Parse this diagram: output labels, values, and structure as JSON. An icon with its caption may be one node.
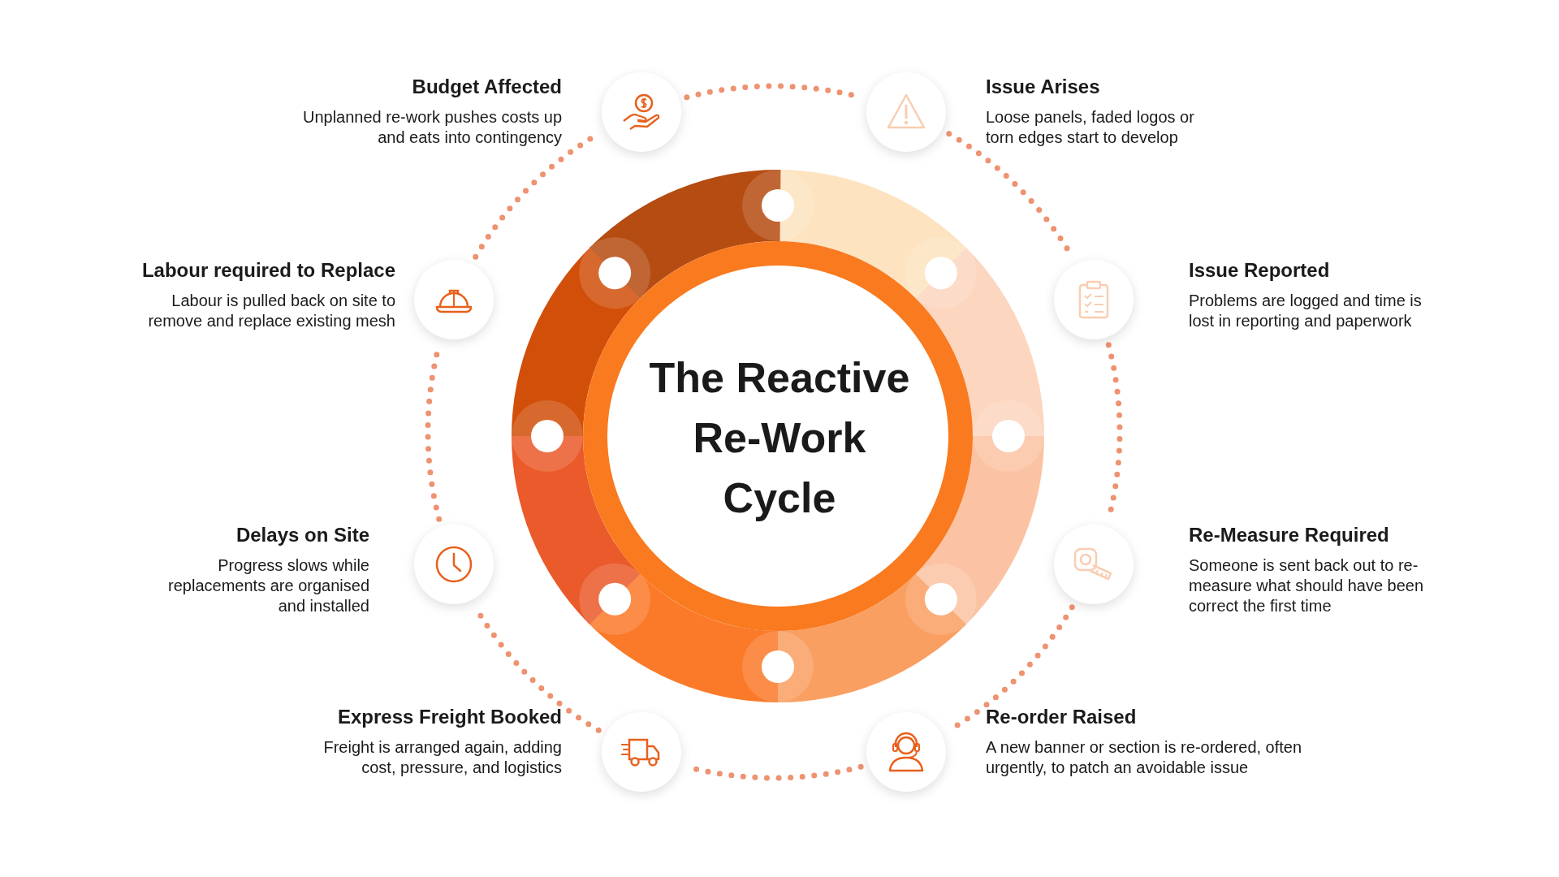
{
  "diagram": {
    "title": "The Reactive Re-Work Cycle",
    "nodes": [
      {
        "text": [
          "Issue Arises",
          "Loose panels, faded logos or torn edges start to develop"
        ]
      },
      {
        "text": [
          "Issue Reported",
          "Problems are logged and time is lost in reporting and paperwork"
        ]
      },
      {
        "text": [
          "Re-Measure Required",
          "Someone is sent back out to re-measure what should have been correct the first time"
        ]
      },
      {
        "text": [
          "Re-order Raised",
          "A new banner or section is re-ordered, often urgently, to patch an avoidable issue"
        ]
      },
      {
        "text": [
          "Express Freight Booked",
          "Freight is arranged again, adding cost, pressure, and logistics"
        ]
      },
      {
        "text": [
          "Delays on Site",
          "Progress slows while replacements are organised and installed"
        ]
      },
      {
        "text": [
          "Labour required to Replace",
          "Labour is pulled back on site to remove and replace existing mesh"
        ]
      },
      {
        "text": [
          "Budget Affected",
          "Unplanned re-work pushes costs up and eats into contingency"
        ]
      }
    ],
    "edges": [
      {
        "from": 0,
        "to": 1,
        "arrow": "none"
      },
      {
        "from": 1,
        "to": 2,
        "arrow": "none"
      },
      {
        "from": 2,
        "to": 3,
        "arrow": "none"
      },
      {
        "from": 3,
        "to": 4,
        "arrow": "none"
      },
      {
        "from": 4,
        "to": 5,
        "arrow": "none"
      },
      {
        "from": 5,
        "to": 6,
        "arrow": "none"
      },
      {
        "from": 6,
        "to": 7,
        "arrow": "none"
      },
      {
        "from": 7,
        "to": 0,
        "arrow": "none"
      }
    ]
  }
}
